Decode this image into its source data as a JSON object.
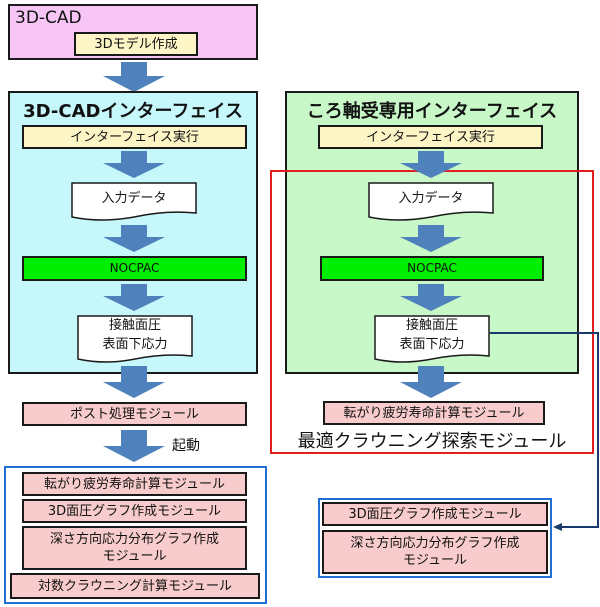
{
  "top": {
    "title": "3D-CAD",
    "step": "3Dモデル作成"
  },
  "left_panel": {
    "title": "3D-CADインターフェイス",
    "execute": "インターフェイス実行",
    "input_data": "入力データ",
    "solver": "NOCPAC",
    "output_line1": "接触面圧",
    "output_line2": "表面下応力"
  },
  "right_panel": {
    "title": "ころ軸受専用インターフェイス",
    "execute": "インターフェイス実行",
    "input_data": "入力データ",
    "solver": "NOCPAC",
    "output_line1": "接触面圧",
    "output_line2": "表面下応力",
    "life_module": "転がり疲労寿命計算モジュール",
    "optimization_title": "最適クラウニング探索モジュール"
  },
  "post": {
    "module": "ポスト処理モジュール",
    "launch_label": "起動",
    "modules": [
      "転がり疲労寿命計算モジュール",
      "3D面圧グラフ作成モジュール",
      "深さ方向応力分布グラフ作成",
      "モジュール",
      "対数クラウニング計算モジュール"
    ]
  },
  "right_post": {
    "modules": [
      "3D面圧グラフ作成モジュール",
      "深さ方向応力分布グラフ作成",
      "モジュール"
    ]
  },
  "colors": {
    "cad_bg": "#f7c6f7",
    "left_panel_bg": "#c6f7fb",
    "right_panel_bg": "#c8f7c8",
    "arrow": "#4f81bd",
    "red_frame": "#e02020",
    "blue_frame": "#1f6fd6",
    "connector": "#1a3a6b"
  }
}
